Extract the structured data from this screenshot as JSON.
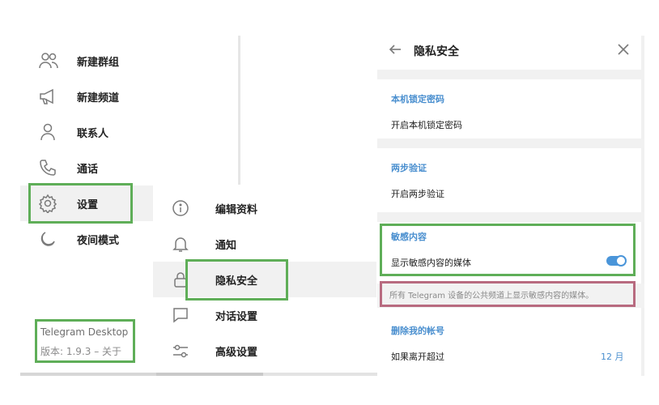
{
  "menu": {
    "items": [
      {
        "label": "新建群组",
        "icon": "users-icon"
      },
      {
        "label": "新建频道",
        "icon": "megaphone-icon"
      },
      {
        "label": "联系人",
        "icon": "user-icon"
      },
      {
        "label": "通话",
        "icon": "phone-icon"
      },
      {
        "label": "设置",
        "icon": "gear-icon"
      },
      {
        "label": "夜间模式",
        "icon": "moon-icon"
      }
    ]
  },
  "settings_menu": {
    "items": [
      {
        "label": "编辑资料",
        "icon": "info-icon"
      },
      {
        "label": "通知",
        "icon": "bell-icon"
      },
      {
        "label": "隐私安全",
        "icon": "lock-icon"
      },
      {
        "label": "对话设置",
        "icon": "chat-bubble-icon"
      },
      {
        "label": "高级设置",
        "icon": "sliders-icon"
      }
    ]
  },
  "version": {
    "app": "Telegram Desktop",
    "line": "版本: 1.9.3  – 关于"
  },
  "privacy": {
    "title": "隐私安全",
    "local_passcode": {
      "title": "本机锁定密码",
      "row": "开启本机锁定密码"
    },
    "two_step": {
      "title": "两步验证",
      "row": "开启两步验证"
    },
    "sensitive": {
      "title": "敏感内容",
      "row": "显示敏感内容的媒体",
      "enabled": true,
      "hint": "所有 Telegram 设备的公共频道上显示敏感内容的媒体。"
    },
    "delete_account": {
      "title": "删除我的帐号",
      "row": "如果离开超过",
      "value": "12 月"
    }
  },
  "colors": {
    "highlight_green": "#5fae58",
    "highlight_red": "#b86b80",
    "accent_blue": "#4a8fcf"
  }
}
